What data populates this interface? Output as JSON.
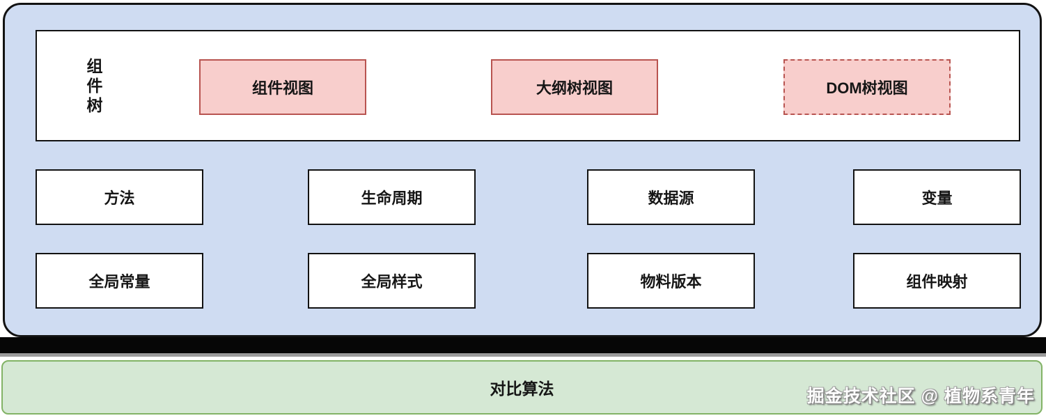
{
  "colors": {
    "panel_blue_fill": "#cfdcf2",
    "pink_fill": "#f8cecc",
    "pink_border": "#b85450",
    "green_fill": "#d5e8d4",
    "green_border": "#82b366",
    "box_border": "#121212",
    "separator": "#060606"
  },
  "tree_section": {
    "label": "组件树",
    "views": [
      {
        "label": "组件视图",
        "border_style": "solid"
      },
      {
        "label": "大纲树视图",
        "border_style": "solid"
      },
      {
        "label": "DOM树视图",
        "border_style": "dashed"
      }
    ]
  },
  "config_boxes": {
    "row1": [
      "方法",
      "生命周期",
      "数据源",
      "变量"
    ],
    "row2": [
      "全局常量",
      "全局样式",
      "物料版本",
      "组件映射"
    ]
  },
  "bottom_bar": {
    "label": "对比算法"
  },
  "watermark": "掘金技术社区 @ 植物系青年"
}
